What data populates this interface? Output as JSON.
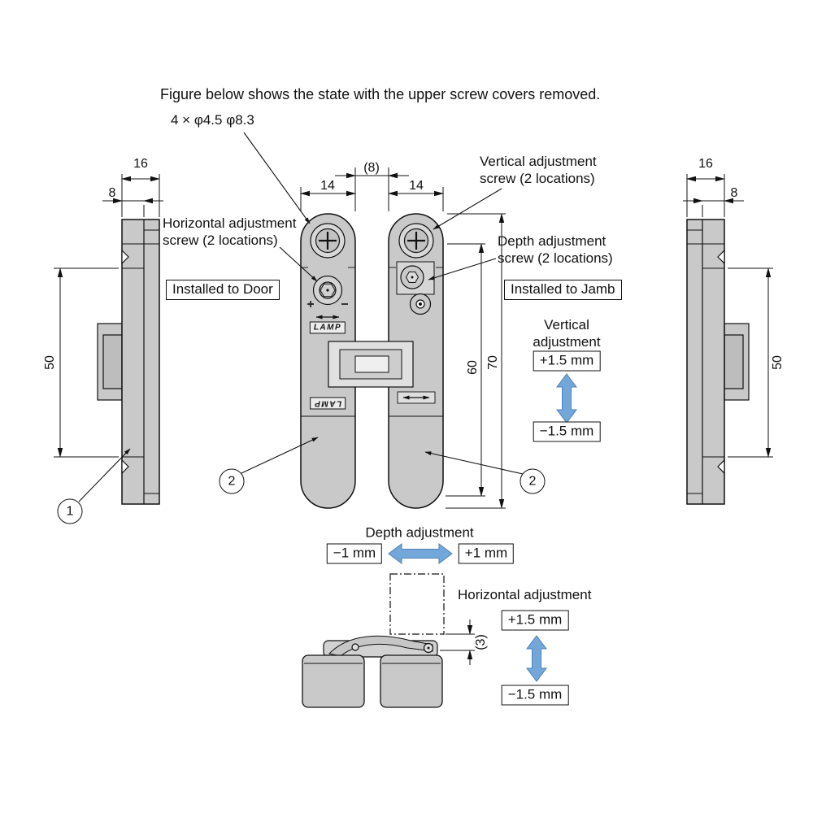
{
  "title": "Figure below shows the state with the upper screw covers removed.",
  "hole_note": "4 × φ4.5 φ8.3",
  "brand": "LAMP",
  "colors": {
    "line": "#111111",
    "metal": "#c9c9c9",
    "metal_light": "#dedede",
    "blue": "#74a7d9"
  },
  "dims": {
    "left_width": "16",
    "left_plate": "8",
    "left_height": "50",
    "right_width": "16",
    "right_plate": "8",
    "right_height": "50",
    "leaf_left": "14",
    "gap": "(8)",
    "leaf_right": "14",
    "body_length": "60",
    "leaf_length": "70",
    "bottom_gap": "(3)"
  },
  "callouts": {
    "one": "1",
    "two_left": "2",
    "two_right": "2"
  },
  "notes": {
    "vertical_screw": "Vertical adjustment screw (2 locations)",
    "depth_screw": "Depth adjustment screw (2 locations)",
    "horizontal_screw": "Horizontal adjustment screw (2 locations)",
    "installed_door": "Installed to Door",
    "installed_jamb": "Installed to Jamb"
  },
  "adjustments": {
    "vertical": {
      "label": "Vertical adjustment",
      "plus": "+1.5 mm",
      "minus": "−1.5 mm"
    },
    "depth": {
      "label": "Depth adjustment",
      "minus": "−1 mm",
      "plus": "+1 mm"
    },
    "horizontal": {
      "label": "Horizontal adjustment",
      "plus": "+1.5 mm",
      "minus": "−1.5 mm"
    }
  }
}
